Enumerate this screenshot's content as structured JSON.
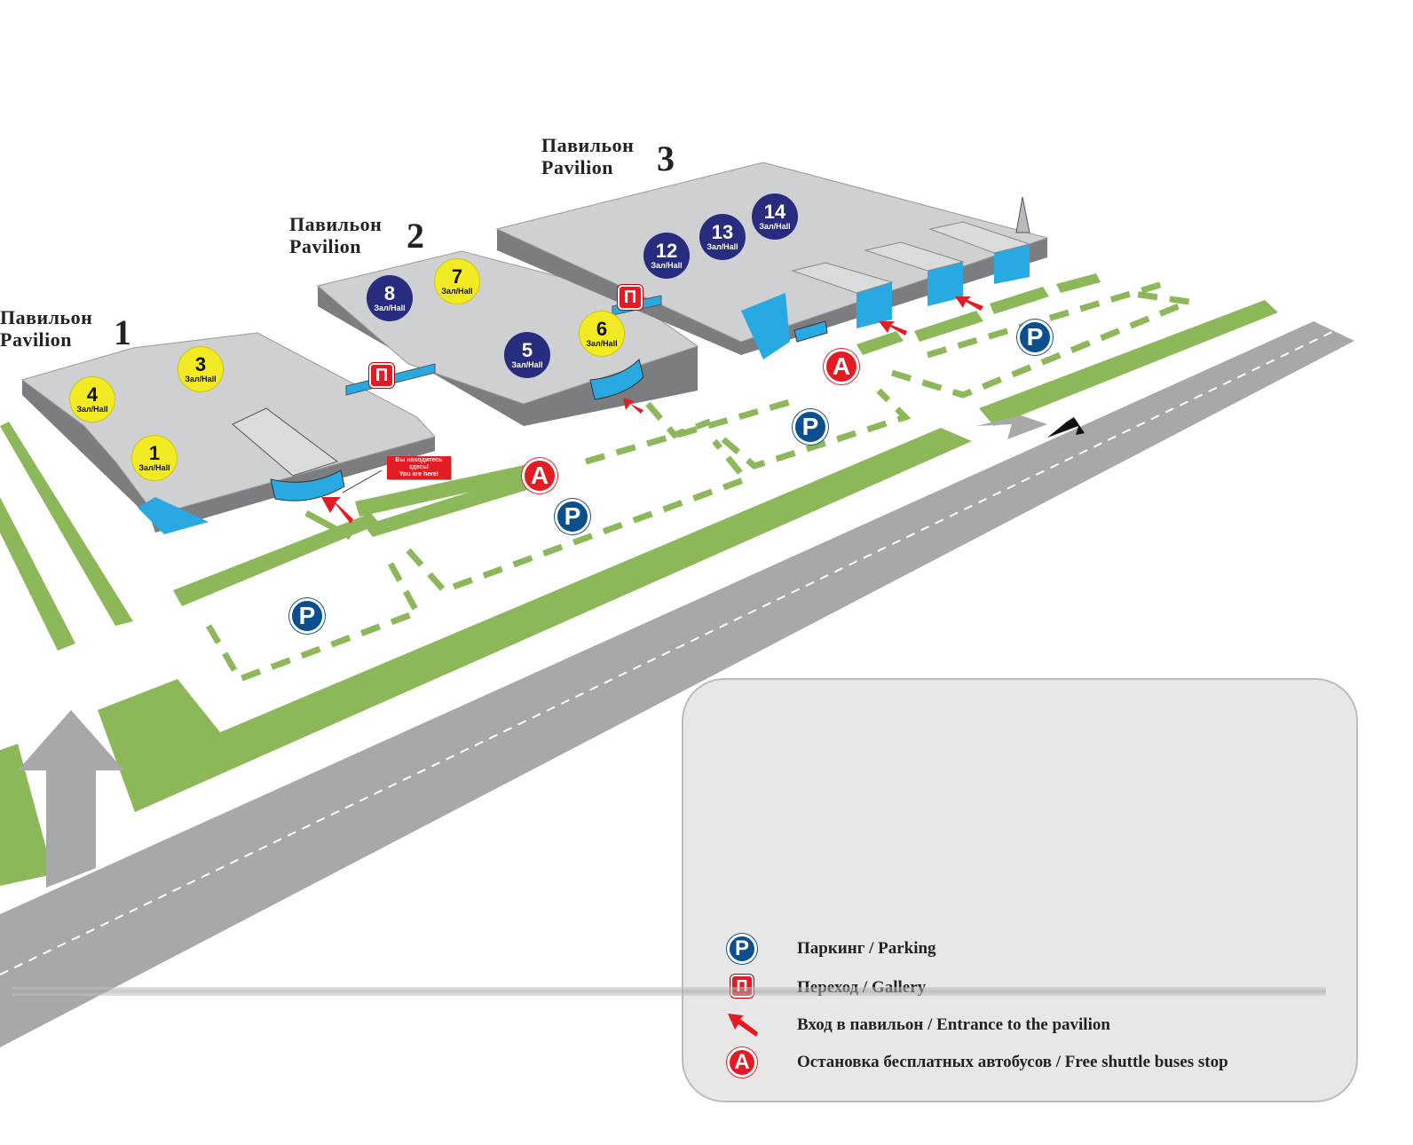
{
  "pavilions": [
    {
      "line1": "Павильон",
      "line2": "Pavilion",
      "number": "1"
    },
    {
      "line1": "Павильон",
      "line2": "Pavilion",
      "number": "2"
    },
    {
      "line1": "Павильон",
      "line2": "Pavilion",
      "number": "3"
    }
  ],
  "hall_label": "Зал/Hall",
  "halls": [
    {
      "number": "1",
      "color": "#f2ea22"
    },
    {
      "number": "3",
      "color": "#f2ea22"
    },
    {
      "number": "4",
      "color": "#f2ea22"
    },
    {
      "number": "5",
      "color": "#272c7e"
    },
    {
      "number": "6",
      "color": "#f2ea22"
    },
    {
      "number": "7",
      "color": "#f2ea22"
    },
    {
      "number": "8",
      "color": "#272c7e"
    },
    {
      "number": "12",
      "color": "#272c7e"
    },
    {
      "number": "13",
      "color": "#272c7e"
    },
    {
      "number": "14",
      "color": "#272c7e"
    }
  ],
  "markers": {
    "parking_letter": "P",
    "gallery_letter": "П",
    "bus_letter": "A"
  },
  "you_are_here": {
    "ru_line1": "Вы находитесь",
    "ru_line2": "здесь!",
    "en": "You are here!"
  },
  "legend": {
    "parking": "Паркинг / Parking",
    "gallery": "Переход / Gallery",
    "entrance": "Вход в павильон / Entrance to the pavilion",
    "bus": "Остановка бесплатных автобусов / Free shuttle buses stop"
  },
  "colors": {
    "grass": "#8cb85a",
    "road": "#a7a8aa",
    "roof": "#cfd0d2",
    "glass": "#29a9e1",
    "entrance_arrow": "#e41b23",
    "parking": "#0b4f8e"
  },
  "icons": [
    "parking-icon",
    "gallery-icon",
    "entrance-arrow-icon",
    "bus-stop-icon",
    "road-direction-arrow-icon"
  ]
}
